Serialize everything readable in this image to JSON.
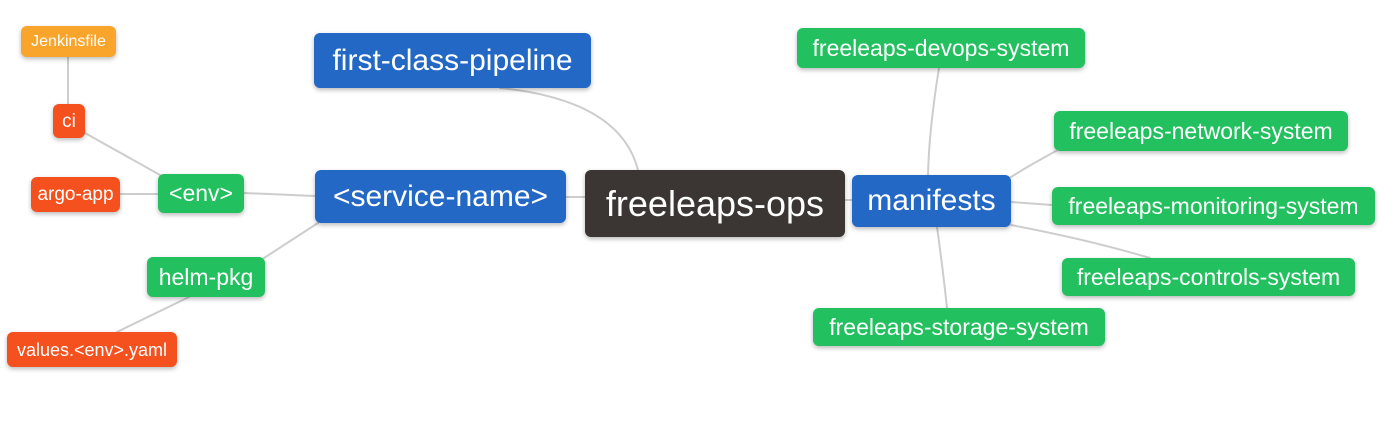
{
  "palette": {
    "root": "#3B3633",
    "level1_blue": "#2368C4",
    "level2_green": "#22C05E",
    "level3_red": "#F4511E",
    "level4_amber": "#F9A42A",
    "edge": "#CDCDCD",
    "text": "#FFFFFF",
    "background": "#FFFFFF"
  },
  "nodes": {
    "root": {
      "label": "freeleaps-ops",
      "color": "#3B3633"
    },
    "first_class_pipeline": {
      "label": "first-class-pipeline",
      "color": "#2368C4"
    },
    "service_name": {
      "label": "<service-name>",
      "color": "#2368C4"
    },
    "manifests": {
      "label": "manifests",
      "color": "#2368C4"
    },
    "env": {
      "label": "<env>",
      "color": "#22C05E"
    },
    "helm_pkg": {
      "label": "helm-pkg",
      "color": "#22C05E"
    },
    "ci": {
      "label": "ci",
      "color": "#F4511E"
    },
    "argo_app": {
      "label": "argo-app",
      "color": "#F4511E"
    },
    "values_env_yaml": {
      "label": "values.<env>.yaml",
      "color": "#F4511E"
    },
    "jenkinsfile": {
      "label": "Jenkinsfile",
      "color": "#F9A42A"
    },
    "devops": {
      "label": "freeleaps-devops-system",
      "color": "#22C05E"
    },
    "network": {
      "label": "freeleaps-network-system",
      "color": "#22C05E"
    },
    "monitoring": {
      "label": "freeleaps-monitoring-system",
      "color": "#22C05E"
    },
    "controls": {
      "label": "freeleaps-controls-system",
      "color": "#22C05E"
    },
    "storage": {
      "label": "freeleaps-storage-system",
      "color": "#22C05E"
    }
  },
  "edges": [
    {
      "from": "jenkinsfile",
      "to": "ci"
    },
    {
      "from": "ci",
      "to": "env"
    },
    {
      "from": "argo_app",
      "to": "env"
    },
    {
      "from": "env",
      "to": "service_name"
    },
    {
      "from": "helm_pkg",
      "to": "service_name"
    },
    {
      "from": "values_env_yaml",
      "to": "helm_pkg"
    },
    {
      "from": "first_class_pipeline",
      "to": "root"
    },
    {
      "from": "service_name",
      "to": "root"
    },
    {
      "from": "root",
      "to": "manifests"
    },
    {
      "from": "manifests",
      "to": "devops"
    },
    {
      "from": "manifests",
      "to": "network"
    },
    {
      "from": "manifests",
      "to": "monitoring"
    },
    {
      "from": "manifests",
      "to": "controls"
    },
    {
      "from": "manifests",
      "to": "storage"
    }
  ]
}
